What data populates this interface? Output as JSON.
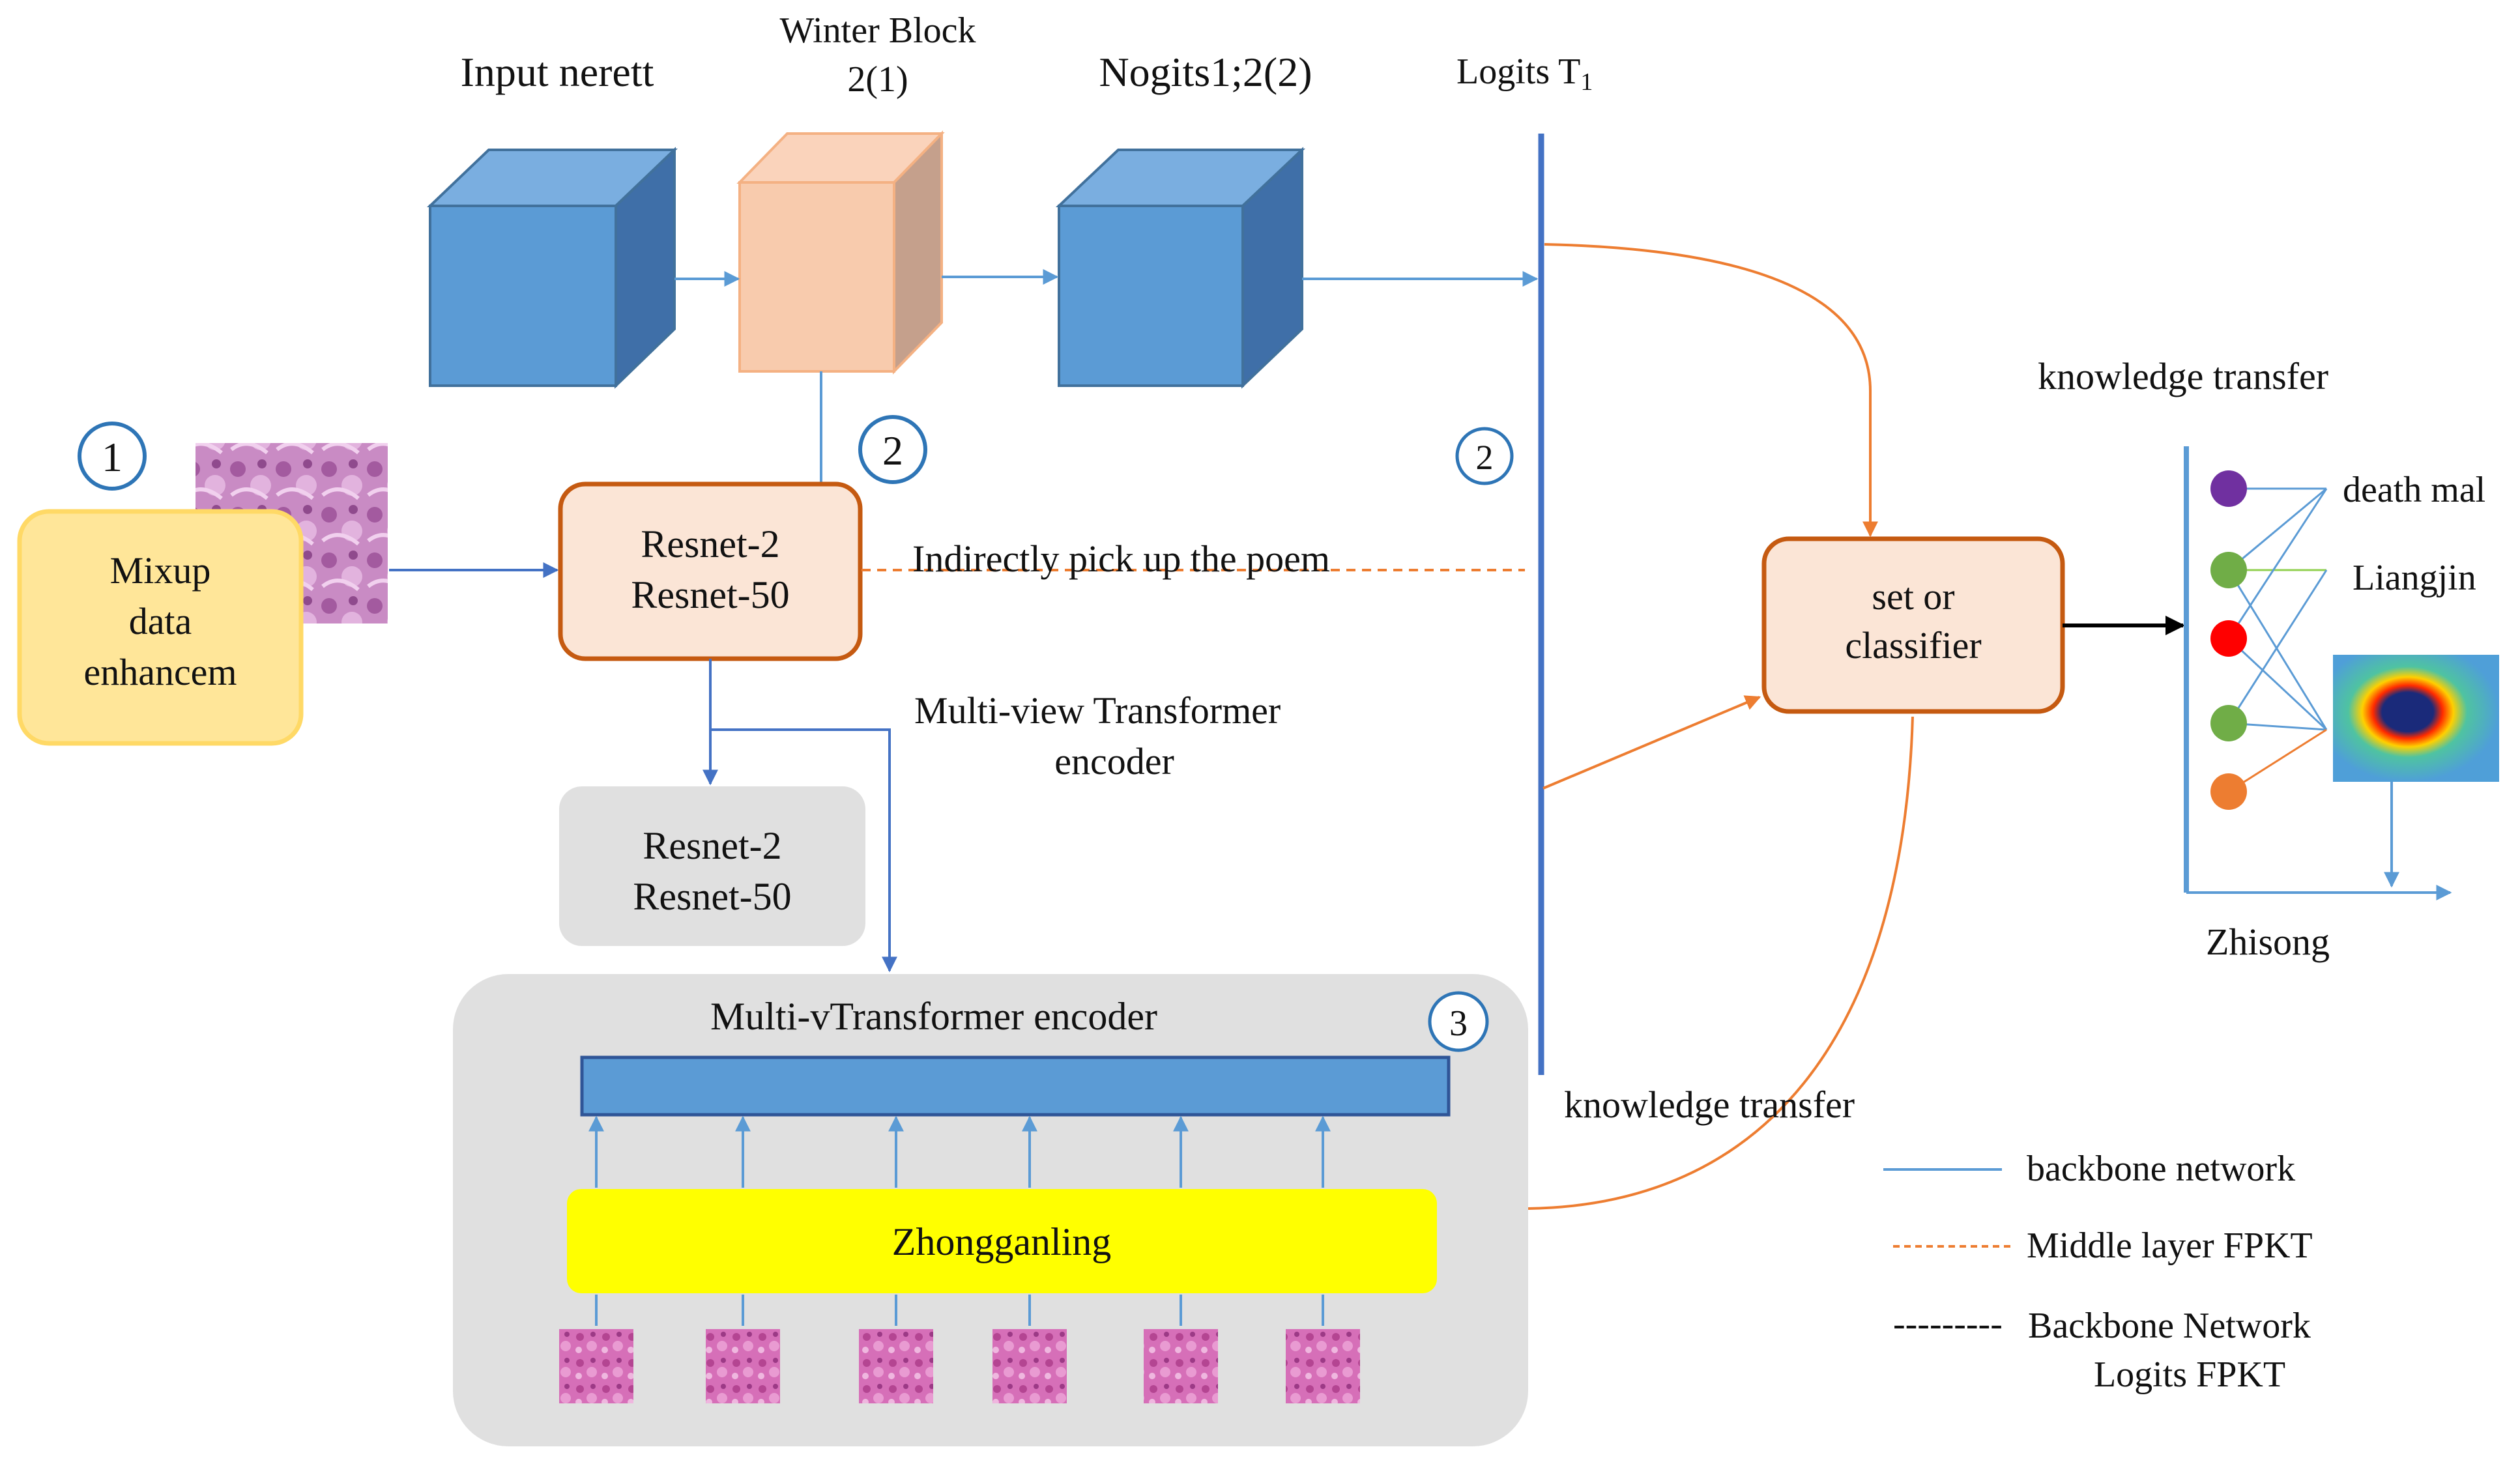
{
  "labels": {
    "input_label": "Input nerett",
    "winter_block_line1": "Winter Block",
    "winter_block_line2": "2(1)",
    "nogits_label": "Nogits1;2(2)",
    "logits_label": "Logits T",
    "logits_subscript": "1",
    "mixup_line1": "Mixup",
    "mixup_line2": "data",
    "mixup_line3": "enhancem",
    "resnet_top_line1": "Resnet-2",
    "resnet_top_line2": "Resnet-50",
    "resnet_gray_line1": "Resnet-2",
    "resnet_gray_line2": "Resnet-50",
    "indirect_label": "Indirectly pick up the poem",
    "mv_label_line1": "Multi-view Transformer",
    "mv_label_line2": "encoder",
    "mv_panel_title": "Multi-vTransformer encoder",
    "zhong_label": "Zhongganling",
    "classifier_line1": "set or",
    "classifier_line2": "classifier",
    "kt_top": "knowledge transfer",
    "kt_bottom": "knowledge transfer",
    "death_label": "death mal",
    "liangjin_label": "Liangjin",
    "zhisong_label": "Zhisong"
  },
  "steps": {
    "step1": "1",
    "step2a": "2",
    "step2b": "2",
    "step3": "3"
  },
  "legend": {
    "backbone": "backbone network",
    "middle": "Middle layer FPKT",
    "dashes": "---------",
    "logits_line1": "Backbone Network",
    "logits_line2": "Logits FPKT"
  },
  "colors": {
    "blue_line": "#5b9bd5",
    "blue_dark": "#4472c4",
    "orange": "#ed7d31",
    "cube_blue": "#5b9bd5",
    "cube_peach": "#f8cbad",
    "box_peach": "#fbe5d6",
    "yellow": "#ffff00",
    "mixup_fill": "#ffe699",
    "gray_panel": "#e0e0e0",
    "node_purple": "#7030a0",
    "node_green": "#70ad47",
    "node_red": "#ff0000",
    "node_orange": "#ed7d31"
  }
}
